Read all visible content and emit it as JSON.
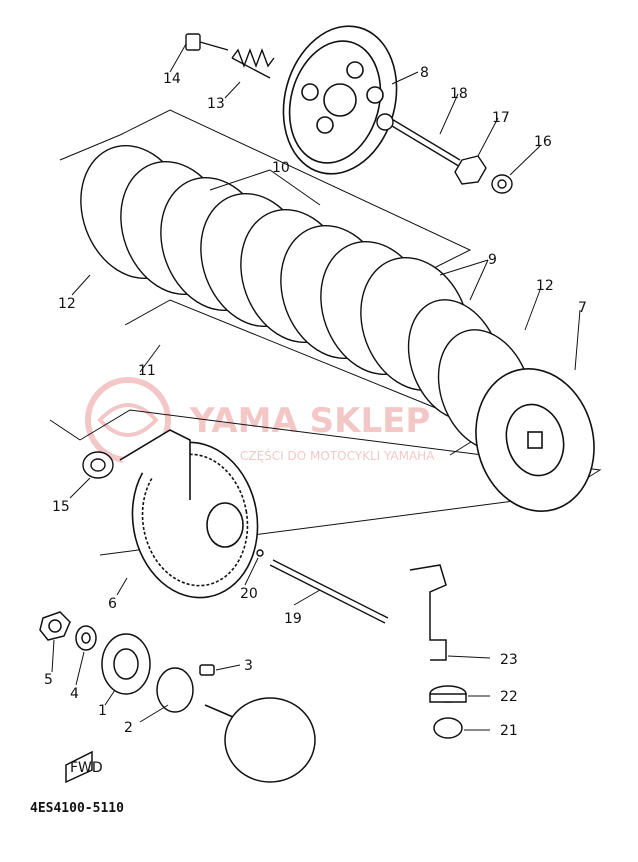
{
  "diagram": {
    "part_code": "4ES4100-5110",
    "fwd_label": "FWD",
    "watermark": {
      "text": "YAMA SKLEP",
      "subtext": "CZĘŚCI DO MOTOCYKLI YAMAHA",
      "color": "#e06060"
    },
    "callouts": [
      "1",
      "2",
      "3",
      "4",
      "5",
      "6",
      "7",
      "8",
      "9",
      "10",
      "11",
      "12",
      "13",
      "14",
      "15",
      "16",
      "17",
      "18",
      "19",
      "20",
      "21",
      "22",
      "23"
    ]
  }
}
